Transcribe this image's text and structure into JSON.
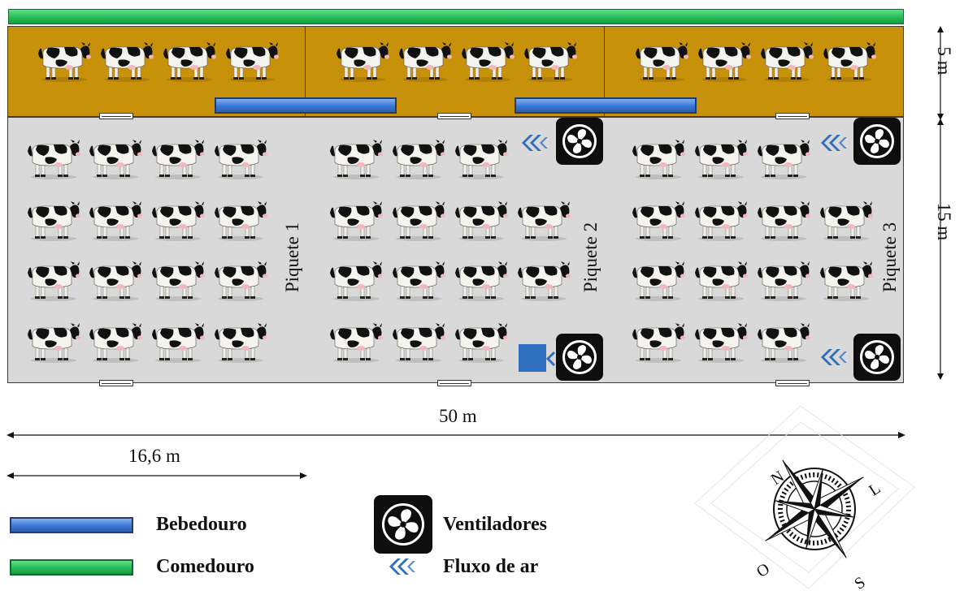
{
  "paddocks": [
    {
      "label": "Piquete 1"
    },
    {
      "label": "Piquete 2"
    },
    {
      "label": "Piquete 3"
    }
  ],
  "dimensions": {
    "total_width": "50 m",
    "paddock_width": "16,6 m",
    "feed_area_depth": "5 m",
    "paddock_depth": "15 m"
  },
  "legend": {
    "bebedouro": "Bebedouro",
    "comedouro": "Comedouro",
    "ventiladores": "Ventiladores",
    "fluxo": "Fluxo de ar"
  },
  "compass": {
    "n": "N",
    "l": "L",
    "s": "S",
    "o": "O"
  },
  "colors": {
    "feed_area": "#c8910a",
    "paddock": "#d9d9d9",
    "trough": "#3a77d6",
    "feeder": "#27c05a",
    "fan": "#0e0e0e",
    "airflow": "#2f6fbf"
  }
}
